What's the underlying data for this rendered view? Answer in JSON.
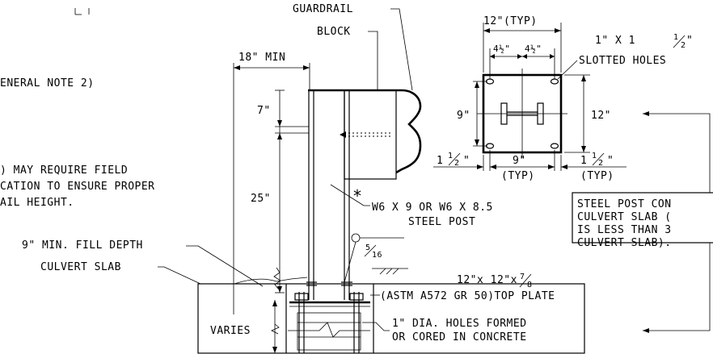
{
  "labels": {
    "guardrail": "GUARDRAIL",
    "block": "BLOCK",
    "min18": "18\" MIN",
    "general_note": "ENERAL NOTE 2)",
    "field_note_1": ") MAY REQUIRE FIELD",
    "field_note_2": "CATION TO ENSURE PROPER",
    "field_note_3": "AIL HEIGHT.",
    "dim_7": "7\"",
    "dim_25": "25\"",
    "star": "*",
    "post_1": "W6 X 9 OR W6 X 8.5",
    "post_2": "STEEL POST",
    "fill_depth": "9\" MIN. FILL DEPTH",
    "culvert_slab": "CULVERT SLAB",
    "weld_top": "5",
    "weld_bot": "16",
    "plate_1": "12\"x 12\"x",
    "plate_frac_top": "7",
    "plate_frac_bot": "8",
    "plate_2": "(ASTM A572 GR 50)TOP PLATE",
    "varies": "VARIES",
    "holes_1": "1\" DIA. HOLES FORMED",
    "holes_2": "OR CORED IN CONCRETE",
    "typ_12": "12\"(TYP)",
    "half_1": "4½\"",
    "half_2": "4½\"",
    "slot_1": "1\" X 1",
    "slot_frac": "1",
    "slot_frac_bot": "2",
    "slot_quote": "\"",
    "slot_2": "SLOTTED HOLES",
    "dim_9v": "9\"",
    "dim_12v": "12\"",
    "edge_left": "1",
    "edge_right": "1",
    "dim_9h": "9\"",
    "typ_a": "(TYP)",
    "typ_b": "(TYP)",
    "box_1": "STEEL POST CON",
    "box_2": "CULVERT SLAB (",
    "box_3": "IS LESS THAN 3",
    "box_4": "CULVERT SLAB)."
  }
}
